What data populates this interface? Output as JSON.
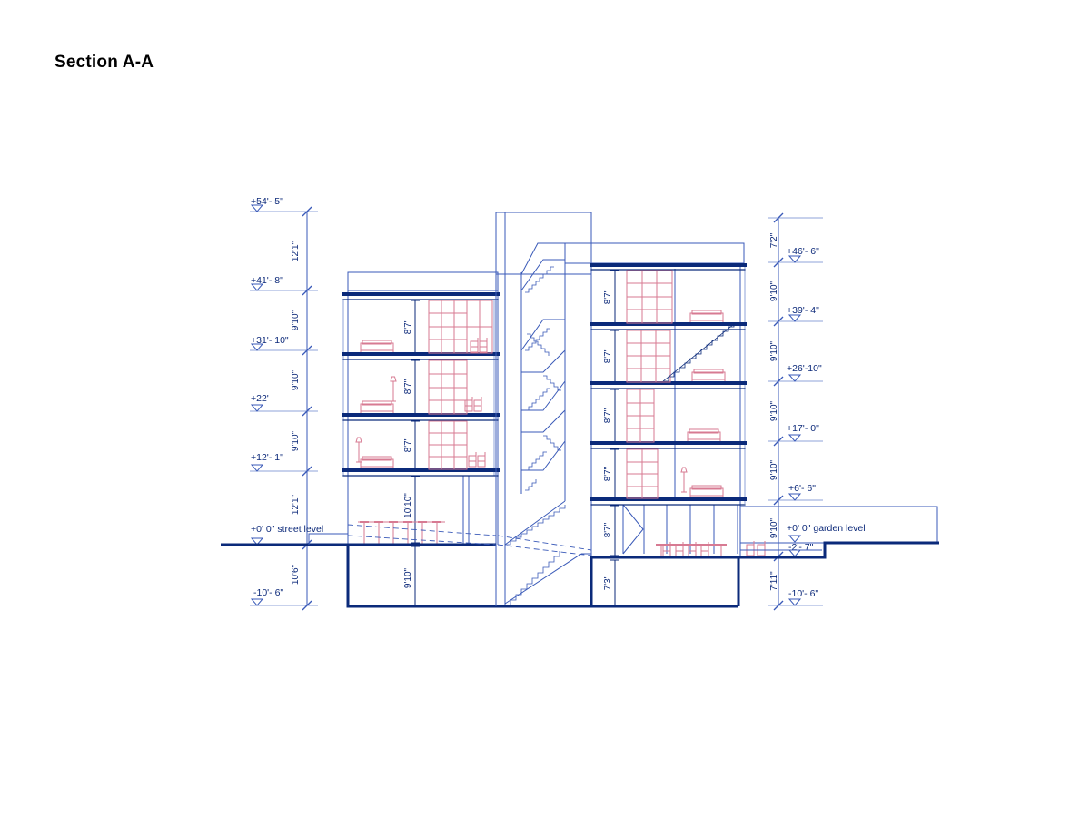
{
  "title": "Section A-A",
  "colors": {
    "structure": "#0b2a7a",
    "thin": "#3a5ab8",
    "faint": "#8fa3d8",
    "furniture": "#d77a92",
    "text": "#0d2a7a"
  },
  "left_levels": [
    {
      "id": "l54",
      "label": "+54'- 5\""
    },
    {
      "id": "l41",
      "label": "+41'- 8\""
    },
    {
      "id": "l31",
      "label": "+31'- 10\""
    },
    {
      "id": "l22",
      "label": "+22'"
    },
    {
      "id": "l12",
      "label": "+12'- 1\""
    },
    {
      "id": "l0",
      "label": "+0' 0\" street level"
    },
    {
      "id": "lm10",
      "label": "-10'- 6\""
    }
  ],
  "right_levels": [
    {
      "id": "r46",
      "label": "+46'- 6\""
    },
    {
      "id": "r39",
      "label": "+39'- 4\""
    },
    {
      "id": "r26",
      "label": "+26'-10\""
    },
    {
      "id": "r17",
      "label": "+17'- 0\""
    },
    {
      "id": "r6",
      "label": "+6'- 6\""
    },
    {
      "id": "r0",
      "label": "+0' 0\" garden level"
    },
    {
      "id": "rm2",
      "label": "-2'- 7\""
    },
    {
      "id": "rm10",
      "label": "-10'- 6\""
    }
  ],
  "left_dims": [
    "12'1\"",
    "9'10\"",
    "9'10\"",
    "9'10\"",
    "12'1\"",
    "10'6\""
  ],
  "right_dims": [
    "7'2\"",
    "9'10\"",
    "9'10\"",
    "9'10\"",
    "9'10\"",
    "9'10\"",
    "7'11\""
  ],
  "front_heights": [
    "8'7\"",
    "8'7\"",
    "8'7\"",
    "10'10\"",
    "9'10\""
  ],
  "rear_heights": [
    "8'7\"",
    "8'7\"",
    "8'7\"",
    "8'7\"",
    "8'7\"",
    "7'3\""
  ]
}
